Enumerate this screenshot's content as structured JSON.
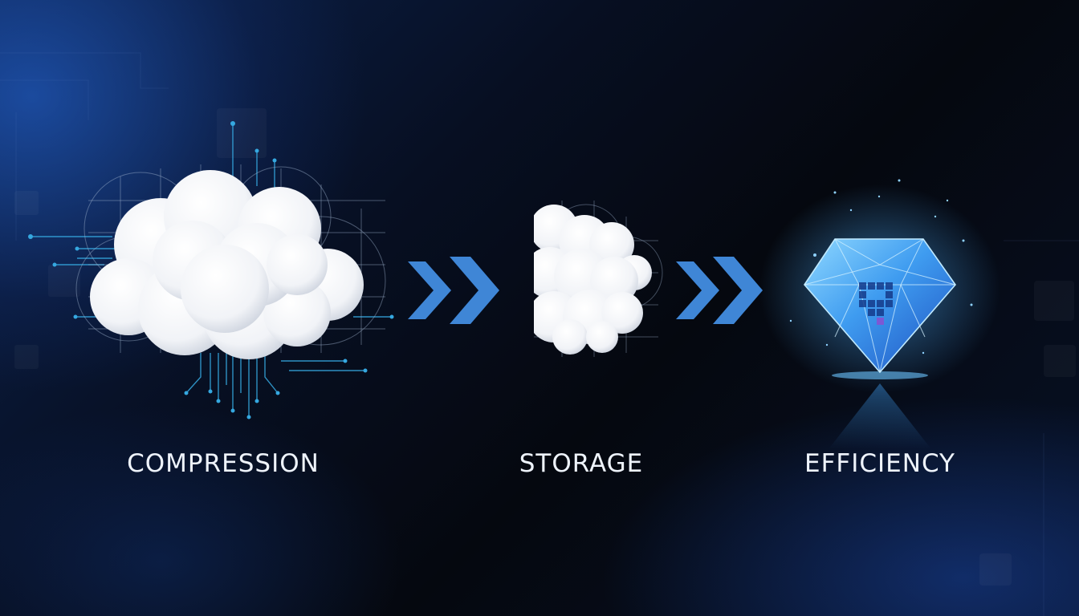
{
  "steps": [
    {
      "label": "COMPRESSION",
      "icon": "cloud-icon"
    },
    {
      "label": "STORAGE",
      "icon": "half-cloud-icon"
    },
    {
      "label": "EFFICIENCY",
      "icon": "diamond-icon"
    }
  ],
  "connectors": [
    {
      "icon": "double-chevron-right-icon"
    },
    {
      "icon": "double-chevron-right-icon"
    }
  ],
  "colors": {
    "background_dark": "#05080f",
    "background_glow": "#1c4fb8",
    "arrow": "#3f86d6",
    "circuit": "#35a8e0",
    "cloud": "#ffffff",
    "diamond": "#4aa8ff",
    "label_text": "#eef3fb"
  }
}
